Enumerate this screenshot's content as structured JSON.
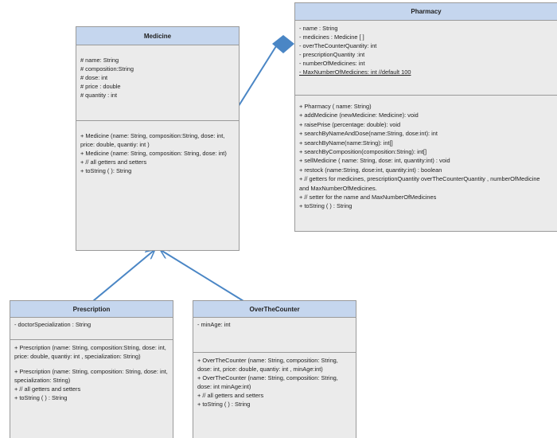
{
  "classes": {
    "medicine": {
      "name": "Medicine",
      "attributes": [
        "# name: String",
        "# composition:String",
        "# dose: int",
        "# price : double",
        "# quantity : int"
      ],
      "methods": [
        "+ Medicine (name: String, composition:String, dose: int, price: double, quantiy: int )",
        "+ Medicine (name: String, composition: String, dose: int)",
        "+ // all getters and setters",
        "+ toString ( ): String"
      ]
    },
    "pharmacy": {
      "name": "Pharmacy",
      "attributes": [
        "- name : String",
        "- medicines : Medicine [ ]",
        "- overTheCounterQuantity: int",
        "- prescriptionQuantity :int",
        "- numberOfMedicines: int",
        "- MaxNumberOfMedicines: int //default 100"
      ],
      "methods": [
        "+ Pharmacy ( name: String)",
        "+ addMedicine (newMedicine: Medicine): void",
        "+ raisePrise (percentage: double): void",
        "+ searchByNameAndDose(name:String, dose:int): int",
        "+ searchByName(name:String): int[]",
        "+ searchByComposition(composition:String): int[]",
        "+ sellMedicine ( name: String, dose: int, quantity:int) : void",
        "+ restock (name:String, dose:int, quantity:int) : boolean",
        "+ // getters for medicines, prescriptionQuantity overTheCounterQuantity , numberOfMedicine and MaxNumberOfMedicines.",
        "+ // setter for the name and MaxNumberOfMedicines",
        "+ toString ( ) : String"
      ]
    },
    "prescription": {
      "name": "Prescription",
      "attributes": [
        "- doctorSpecialization : String"
      ],
      "methods": [
        "+ Prescription  (name: String, composition:String, dose: int, price: double, quantiy: int , specialization: String)",
        "+ Prescription  (name: String, composition: String, dose: int, specialization: String)",
        "+ // all getters and setters",
        "+ toString ( ) : String"
      ]
    },
    "overthecounter": {
      "name": "OverTheCounter",
      "attributes": [
        "-  minAge: int"
      ],
      "methods": [
        "+ OverTheCounter  (name: String, composition: String, dose: int, price: double, quantiy: int , minAge:int)",
        "+ OverTheCounter  (name: String, composition: String, dose: int minAge:int)",
        "+ // all getters and setters",
        "+ toString ( ) : String"
      ]
    }
  },
  "colors": {
    "header": "#c5d6ee",
    "body": "#ebebeb",
    "border": "#9a9a9a",
    "connector": "#4a86c5"
  }
}
